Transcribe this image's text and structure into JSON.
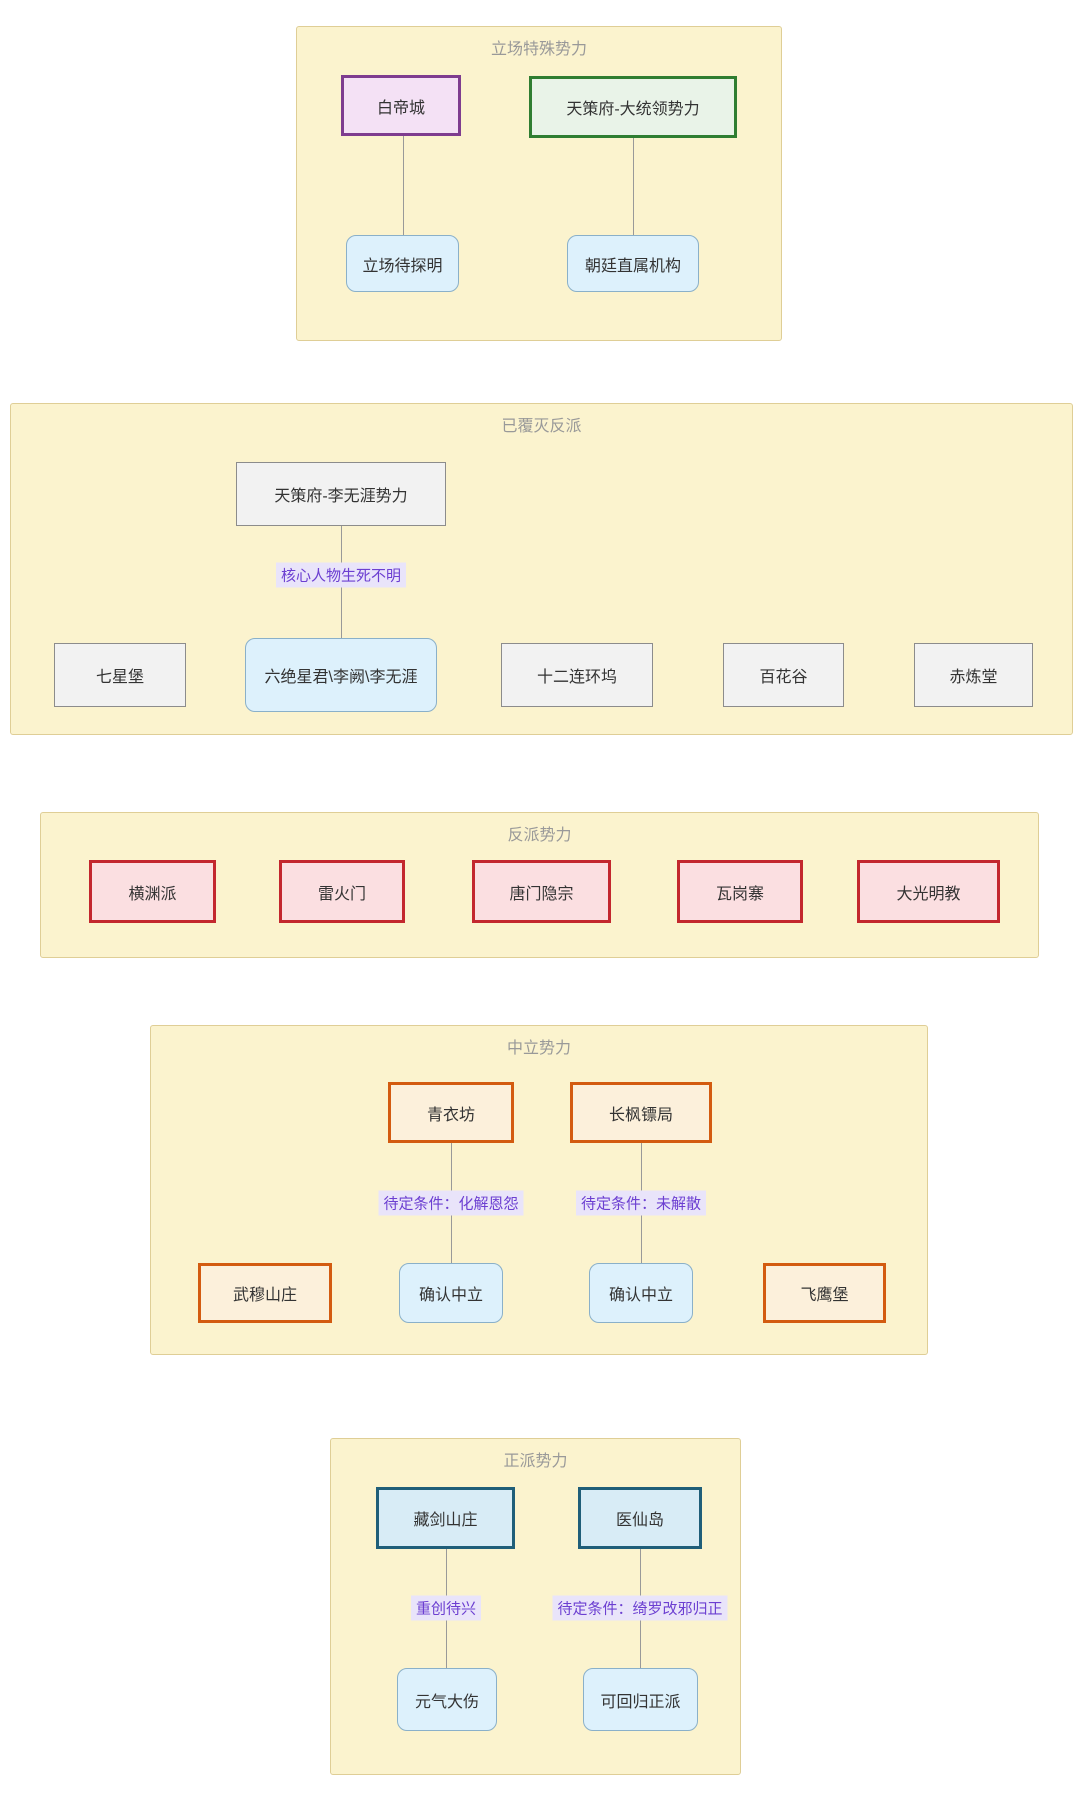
{
  "clusters": [
    {
      "title": "立场特殊势力",
      "nodes": [
        {
          "label": "白帝城",
          "style": "purple"
        },
        {
          "label": "天策府-大统领势力",
          "style": "green"
        },
        {
          "label": "立场待探明",
          "style": "blue-rounded"
        },
        {
          "label": "朝廷直属机构",
          "style": "blue-rounded"
        }
      ],
      "edge_labels": []
    },
    {
      "title": "已覆灭反派",
      "nodes": [
        {
          "label": "天策府-李无涯势力",
          "style": "gray"
        },
        {
          "label": "七星堡",
          "style": "gray"
        },
        {
          "label": "六绝星君\\李阙\\李无涯",
          "style": "blue-rounded"
        },
        {
          "label": "十二连环坞",
          "style": "gray"
        },
        {
          "label": "百花谷",
          "style": "gray"
        },
        {
          "label": "赤炼堂",
          "style": "gray"
        }
      ],
      "edge_labels": [
        {
          "label": "核心人物生死不明"
        }
      ]
    },
    {
      "title": "反派势力",
      "nodes": [
        {
          "label": "横渊派",
          "style": "red"
        },
        {
          "label": "雷火门",
          "style": "red"
        },
        {
          "label": "唐门隐宗",
          "style": "red"
        },
        {
          "label": "瓦岗寨",
          "style": "red"
        },
        {
          "label": "大光明教",
          "style": "red"
        }
      ],
      "edge_labels": []
    },
    {
      "title": "中立势力",
      "nodes": [
        {
          "label": "青衣坊",
          "style": "orange"
        },
        {
          "label": "长枫镖局",
          "style": "orange"
        },
        {
          "label": "武穆山庄",
          "style": "orange"
        },
        {
          "label": "确认中立",
          "style": "blue-rounded"
        },
        {
          "label": "确认中立",
          "style": "blue-rounded"
        },
        {
          "label": "飞鹰堡",
          "style": "orange"
        }
      ],
      "edge_labels": [
        {
          "label": "待定条件：化解恩怨"
        },
        {
          "label": "待定条件：未解散"
        }
      ]
    },
    {
      "title": "正派势力",
      "nodes": [
        {
          "label": "藏剑山庄",
          "style": "teal"
        },
        {
          "label": "医仙岛",
          "style": "teal"
        },
        {
          "label": "元气大伤",
          "style": "blue-rounded"
        },
        {
          "label": "可回归正派",
          "style": "blue-rounded"
        }
      ],
      "edge_labels": [
        {
          "label": "重创待兴"
        },
        {
          "label": "待定条件：绮罗改邪归正"
        }
      ]
    }
  ],
  "edges": [
    {
      "from": "白帝城",
      "to": "立场待探明",
      "label": ""
    },
    {
      "from": "天策府-大统领势力",
      "to": "朝廷直属机构",
      "label": ""
    },
    {
      "from": "天策府-李无涯势力",
      "to": "六绝星君\\李阙\\李无涯",
      "label": "核心人物生死不明"
    },
    {
      "from": "青衣坊",
      "to": "确认中立",
      "label": "待定条件：化解恩怨"
    },
    {
      "from": "长枫镖局",
      "to": "确认中立",
      "label": "待定条件：未解散"
    },
    {
      "from": "藏剑山庄",
      "to": "元气大伤",
      "label": "重创待兴"
    },
    {
      "from": "医仙岛",
      "to": "可回归正派",
      "label": "待定条件：绮罗改邪归正"
    }
  ],
  "colors": {
    "cluster_fill": "#FBF3CE",
    "cluster_border": "#DFCE96",
    "cluster_title_text": "#999999",
    "node_text": "#333333",
    "gray_fill": "#F2F2F2",
    "gray_border": "#8C8C8C",
    "blue_fill": "#DDF1FC",
    "blue_border": "#8AB0C9",
    "purple_fill": "#F4E1F5",
    "purple_border": "#7E3C8F",
    "green_fill": "#E9F3E8",
    "green_border": "#2F7D31",
    "red_fill": "#FBDFE1",
    "red_border": "#C3272E",
    "orange_fill": "#FCF0DB",
    "orange_border": "#D35B10",
    "teal_fill": "#D8ECF6",
    "teal_border": "#1F5E79",
    "edge_line": "#999999",
    "edge_label_text": "#6C3FD1",
    "edge_label_bg": "#E9E4FA"
  }
}
